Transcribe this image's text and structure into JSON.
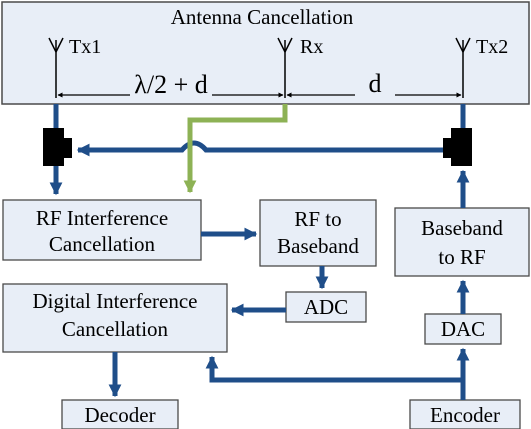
{
  "title": "Antenna Cancellation",
  "antennas": {
    "tx1": "Tx1",
    "rx": "Rx",
    "tx2": "Tx2"
  },
  "distances": {
    "tx1_rx": "λ/2 + d",
    "rx_tx2": "d"
  },
  "blocks": {
    "rf_cancel_line1": "RF Interference",
    "rf_cancel_line2": "Cancellation",
    "rf_to_bb_line1": "RF to",
    "rf_to_bb_line2": "Baseband",
    "bb_to_rf_line1": "Baseband",
    "bb_to_rf_line2": "to RF",
    "adc": "ADC",
    "dac": "DAC",
    "digital_cancel_line1": "Digital Interference",
    "digital_cancel_line2": "Cancellation",
    "decoder": "Decoder",
    "encoder": "Encoder"
  },
  "colors": {
    "block_fill": "#e8eef7",
    "block_stroke": "#4a4a4a",
    "signal": "#1f4e89",
    "rx_path": "#8db255",
    "splitter": "#000000"
  }
}
